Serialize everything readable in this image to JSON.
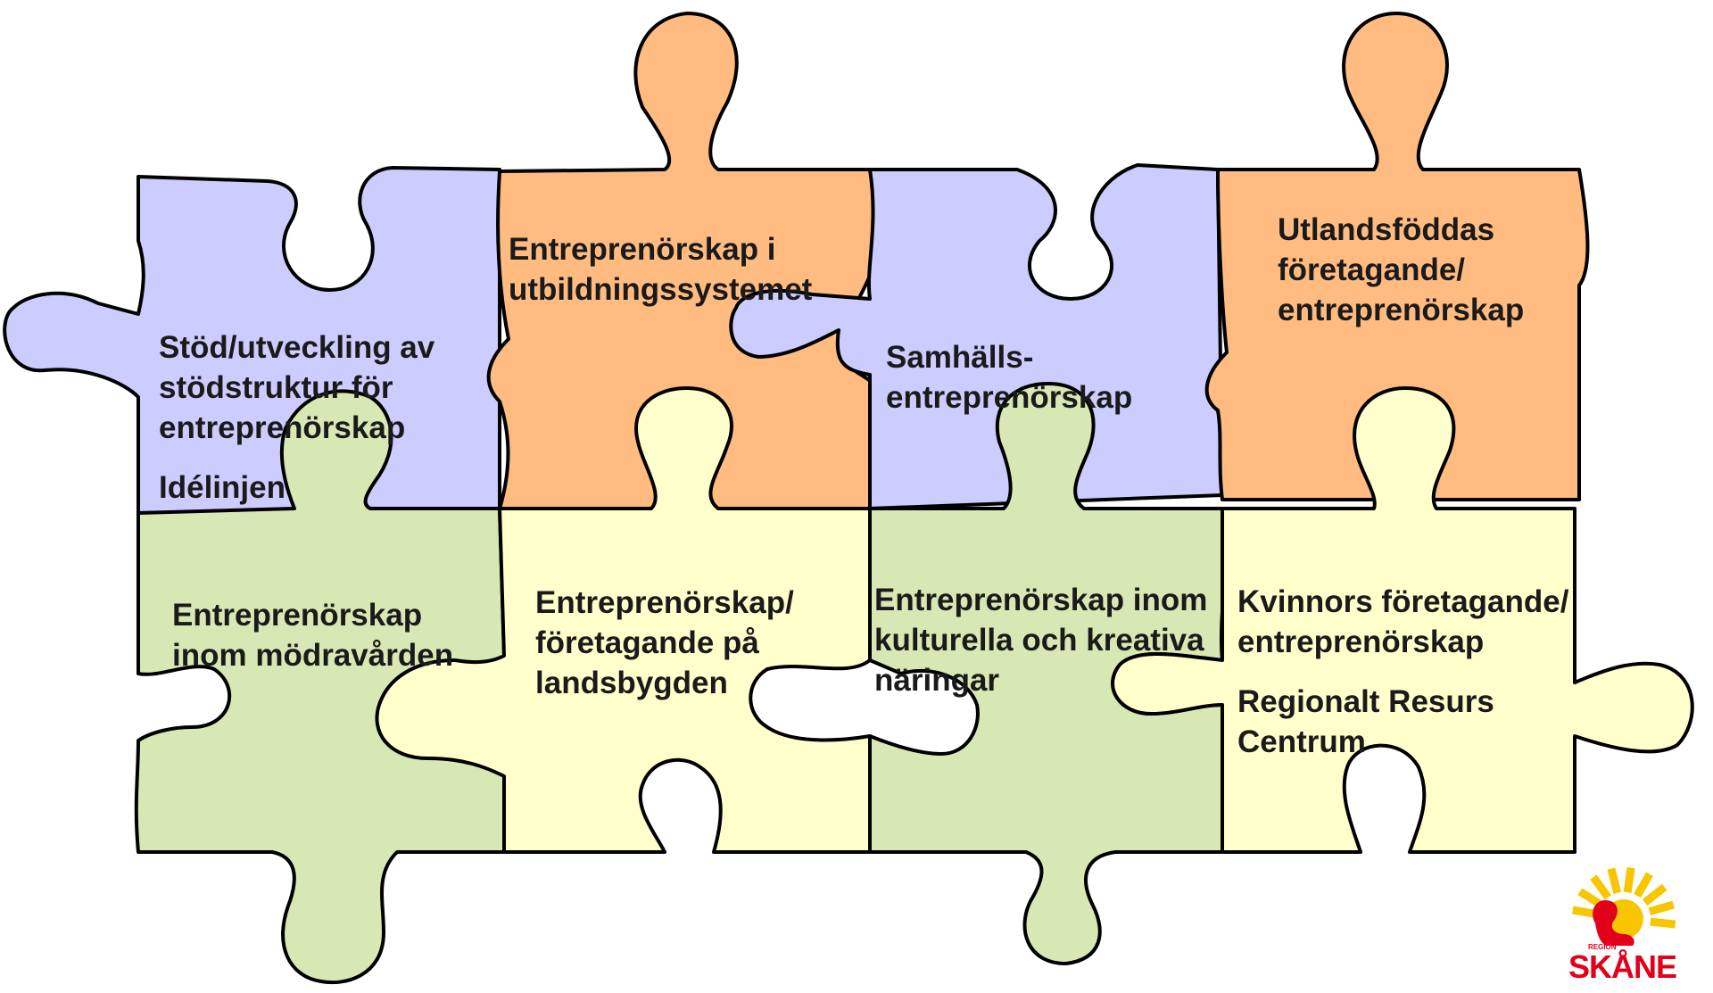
{
  "pieces": [
    {
      "id": "stod",
      "lines": "Stöd/utveckling av\nstödstruktur för\nentreprenörskap",
      "sub": "Idélinjen",
      "color": "#ccccff"
    },
    {
      "id": "utbildning",
      "lines": "Entreprenörskap i\nutbildningssystemet",
      "sub": "",
      "color": "#ffbb80"
    },
    {
      "id": "samhall",
      "lines": "Samhälls-\nentreprenörskap",
      "sub": "",
      "color": "#ccccff"
    },
    {
      "id": "utlands",
      "lines": "Utlandsföddas\nföretagande/\nentreprenörskap",
      "sub": "",
      "color": "#ffbb80"
    },
    {
      "id": "modravard",
      "lines": "Entreprenörskap\ninom mödravården",
      "sub": "",
      "color": "#d8e8b4"
    },
    {
      "id": "landsbygd",
      "lines": "Entreprenörskap/\nföretagande på\nlandsbygden",
      "sub": "",
      "color": "#ffffcc"
    },
    {
      "id": "kultur",
      "lines": "Entreprenörskap inom\nkulturella och kreativa\nnäringar",
      "sub": "",
      "color": "#d8e8b4"
    },
    {
      "id": "kvinnor",
      "lines": "Kvinnors företagande/\nentreprenörskap",
      "sub": "Regionalt Resurs\nCentrum",
      "color": "#ffffcc"
    }
  ],
  "logo": {
    "small": "REGION",
    "big": "SKÅNE",
    "red": "#e2001a",
    "yellow": "#f7c600"
  },
  "outline_color": "#000000"
}
